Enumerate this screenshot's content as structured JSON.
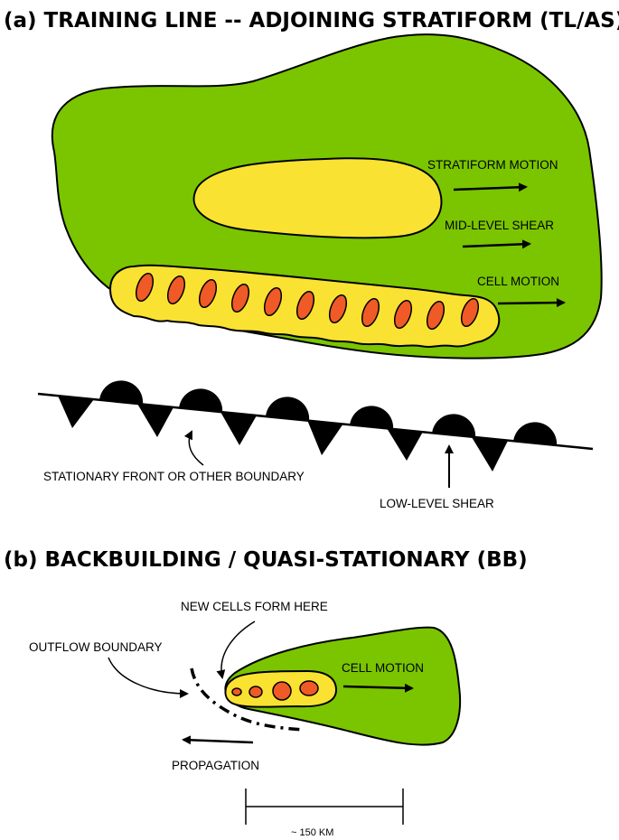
{
  "panel_a": {
    "title": "(a) TRAINING LINE -- ADJOINING STRATIFORM (TL/AS)",
    "labels": {
      "stratiform_motion": "STRATIFORM MOTION",
      "mid_level_shear": "MID-LEVEL SHEAR",
      "cell_motion": "CELL MOTION",
      "front": "STATIONARY FRONT OR OTHER BOUNDARY",
      "low_level_shear": "LOW-LEVEL SHEAR"
    }
  },
  "panel_b": {
    "title": "(b) BACKBUILDING / QUASI-STATIONARY (BB)",
    "labels": {
      "new_cells": "NEW CELLS FORM HERE",
      "outflow_boundary": "OUTFLOW BOUNDARY",
      "cell_motion": "CELL MOTION",
      "propagation": "PROPAGATION",
      "scale": "~ 150 KM"
    }
  },
  "colors": {
    "stratiform_green": "#7ac500",
    "moderate_yellow": "#fae232",
    "intense_orange": "#ef5a26"
  }
}
